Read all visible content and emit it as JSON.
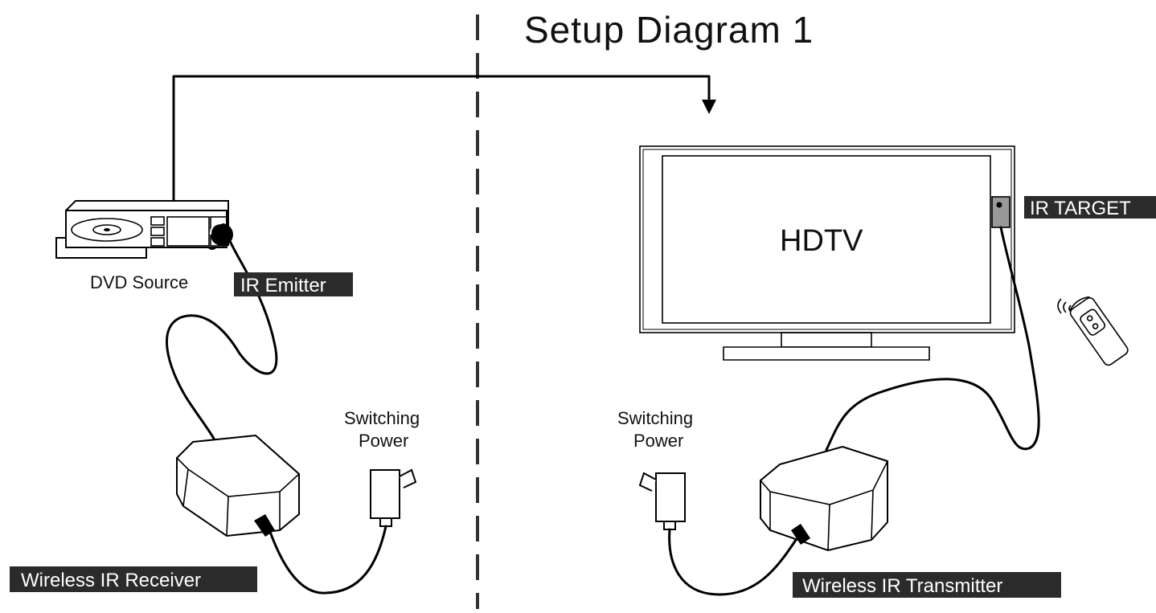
{
  "title": "Setup Diagram 1",
  "labels": {
    "dvd_source": "DVD Source",
    "ir_emitter": "IR Emitter",
    "hdtv": "HDTV",
    "ir_target": "IR  TARGET",
    "switching_power_left_line1": "Switching",
    "switching_power_left_line2": "Power",
    "switching_power_right_line1": "Switching",
    "switching_power_right_line2": "Power",
    "wireless_ir_receiver": "Wireless IR Receiver",
    "wireless_ir_transmitter": "Wireless IR Transmitter"
  },
  "colors": {
    "line": "#000000",
    "tag_background": "#2b2b2b",
    "tag_text": "#ffffff"
  },
  "icons": [
    "dvd-player-icon",
    "ir-emitter-icon",
    "hdtv-icon",
    "ir-target-icon",
    "remote-control-icon",
    "power-adapter-icon",
    "wireless-ir-receiver-icon",
    "wireless-ir-transmitter-icon",
    "divider-line",
    "arrow-down-icon"
  ]
}
